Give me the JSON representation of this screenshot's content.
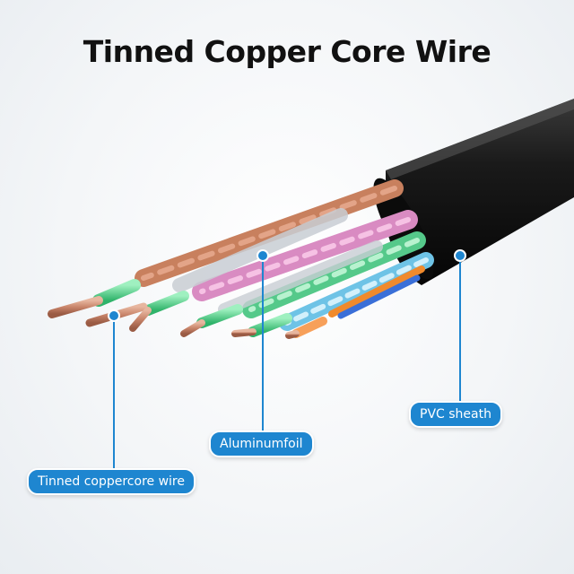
{
  "title": "Tinned Copper Core Wire",
  "labels": {
    "pvc_sheath": "PVC sheath",
    "aluminum_foil": "Aluminumfoil",
    "tinned_copper": "Tinned coppercore wire"
  },
  "colors": {
    "accent": "#1e86d0",
    "copper": "#c8846a",
    "sheath": "#1a1a1a"
  }
}
